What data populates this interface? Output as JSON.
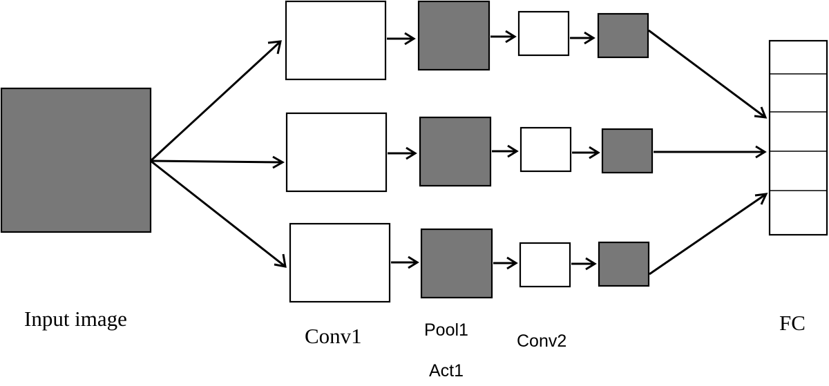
{
  "labels": {
    "input": "Input image",
    "conv1": "Conv1",
    "pool1": "Pool1",
    "act1": "Act1",
    "conv2": "Conv2",
    "fc": "FC"
  },
  "colors": {
    "dark_block": "#787878",
    "light_block": "#ffffff",
    "stroke": "#000000"
  },
  "fc_cells": 5
}
